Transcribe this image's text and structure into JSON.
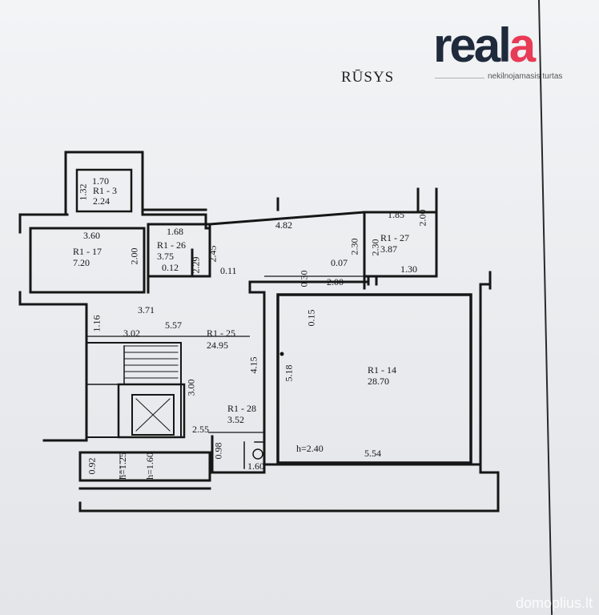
{
  "title": "RŪSYS",
  "logo": {
    "word_main": "real",
    "word_accent": "a",
    "tagline": "nekilnojamasis turtas",
    "accent_color": "#ea3a55",
    "dark_color": "#1f2a3c"
  },
  "watermark": "domoplius.lt",
  "rooms": {
    "r1_3": {
      "name": "R1 - 3",
      "area": "2.24",
      "dim_w": "1.70",
      "dim_h": "1.32"
    },
    "r1_17": {
      "name": "R1 - 17",
      "area": "7.20",
      "dim_w": "3.60",
      "dim_h": "2.00"
    },
    "r1_26": {
      "name": "R1 - 26",
      "area": "3.75",
      "dim_w": "1.68",
      "dim_h": "2.29",
      "extra": "0.12"
    },
    "r1_27": {
      "name": "R1 - 27",
      "area": "3.87",
      "dim_w": "1.85",
      "dim_h": "2.00",
      "dim_b": "1.30",
      "dim_l": "2.30"
    },
    "r1_25": {
      "name": "R1 - 25",
      "area": "24.95",
      "dim_a": "3.71",
      "dim_b": "5.57",
      "dim_c": "3.02",
      "dim_d": "1.16",
      "dim_e": "3.00",
      "dim_f": "4.15",
      "dim_g": "2.55"
    },
    "r1_28": {
      "name": "R1 - 28",
      "area": "3.52",
      "dim_a": "0.98",
      "dim_b": "1.60"
    },
    "r1_14": {
      "name": "R1 - 14",
      "area": "28.70",
      "dim_w": "5.54",
      "dim_h": "5.18",
      "height": "h=2.40"
    }
  },
  "dims": {
    "top_run": "4.82",
    "d_245": "2.45",
    "d_011": "0.11",
    "d_230": "2.30",
    "d_007": "0.07",
    "d_030": "0.30",
    "d_200": "2.00",
    "d_015": "0.15",
    "d_092": "0.92",
    "h125": "h=1.25",
    "h160": "h=1.60"
  }
}
